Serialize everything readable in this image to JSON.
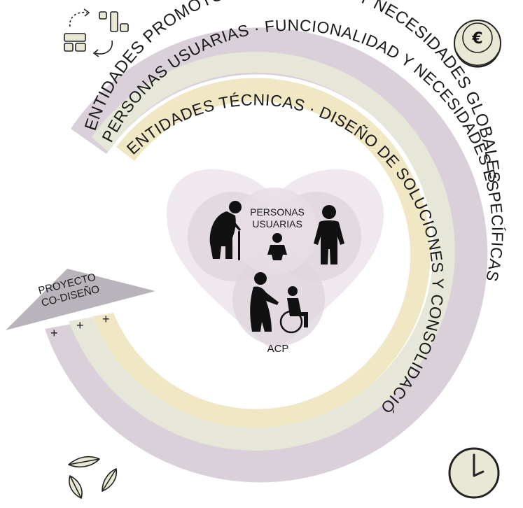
{
  "rings": {
    "outer": {
      "label": "ENTIDADES PROMOTORAS · GESTIÓN Y NECESIDADES GLOBALES",
      "color": "#d9d0da"
    },
    "middle": {
      "label": "PERSONAS USUARIAS · FUNCIONALIDAD Y NECESIDADES ESPECÍFICAS",
      "color": "#e6e7d9"
    },
    "inner": {
      "label": "ENTIDADES TÉCNICAS · DISEÑO DE SOLUCIONES Y CONSOLIDACIÓN TÉCNICA",
      "color": "#f0e7c4"
    }
  },
  "arrow": {
    "line1": "PROYECTO",
    "line2": "CO-DISEÑO",
    "color": "#b9b4bb",
    "plus": [
      "+",
      "+",
      "+"
    ]
  },
  "center": {
    "top_label_line1": "PERSONAS",
    "top_label_line2": "USUARIAS",
    "bottom_label": "ACP",
    "heart_color": "#efe8ee"
  },
  "icons": {
    "top_left": "workflow-blocks-icon",
    "top_right": "euro-coin-icon",
    "bottom_left": "leaves-icon",
    "bottom_right": "clock-icon"
  }
}
